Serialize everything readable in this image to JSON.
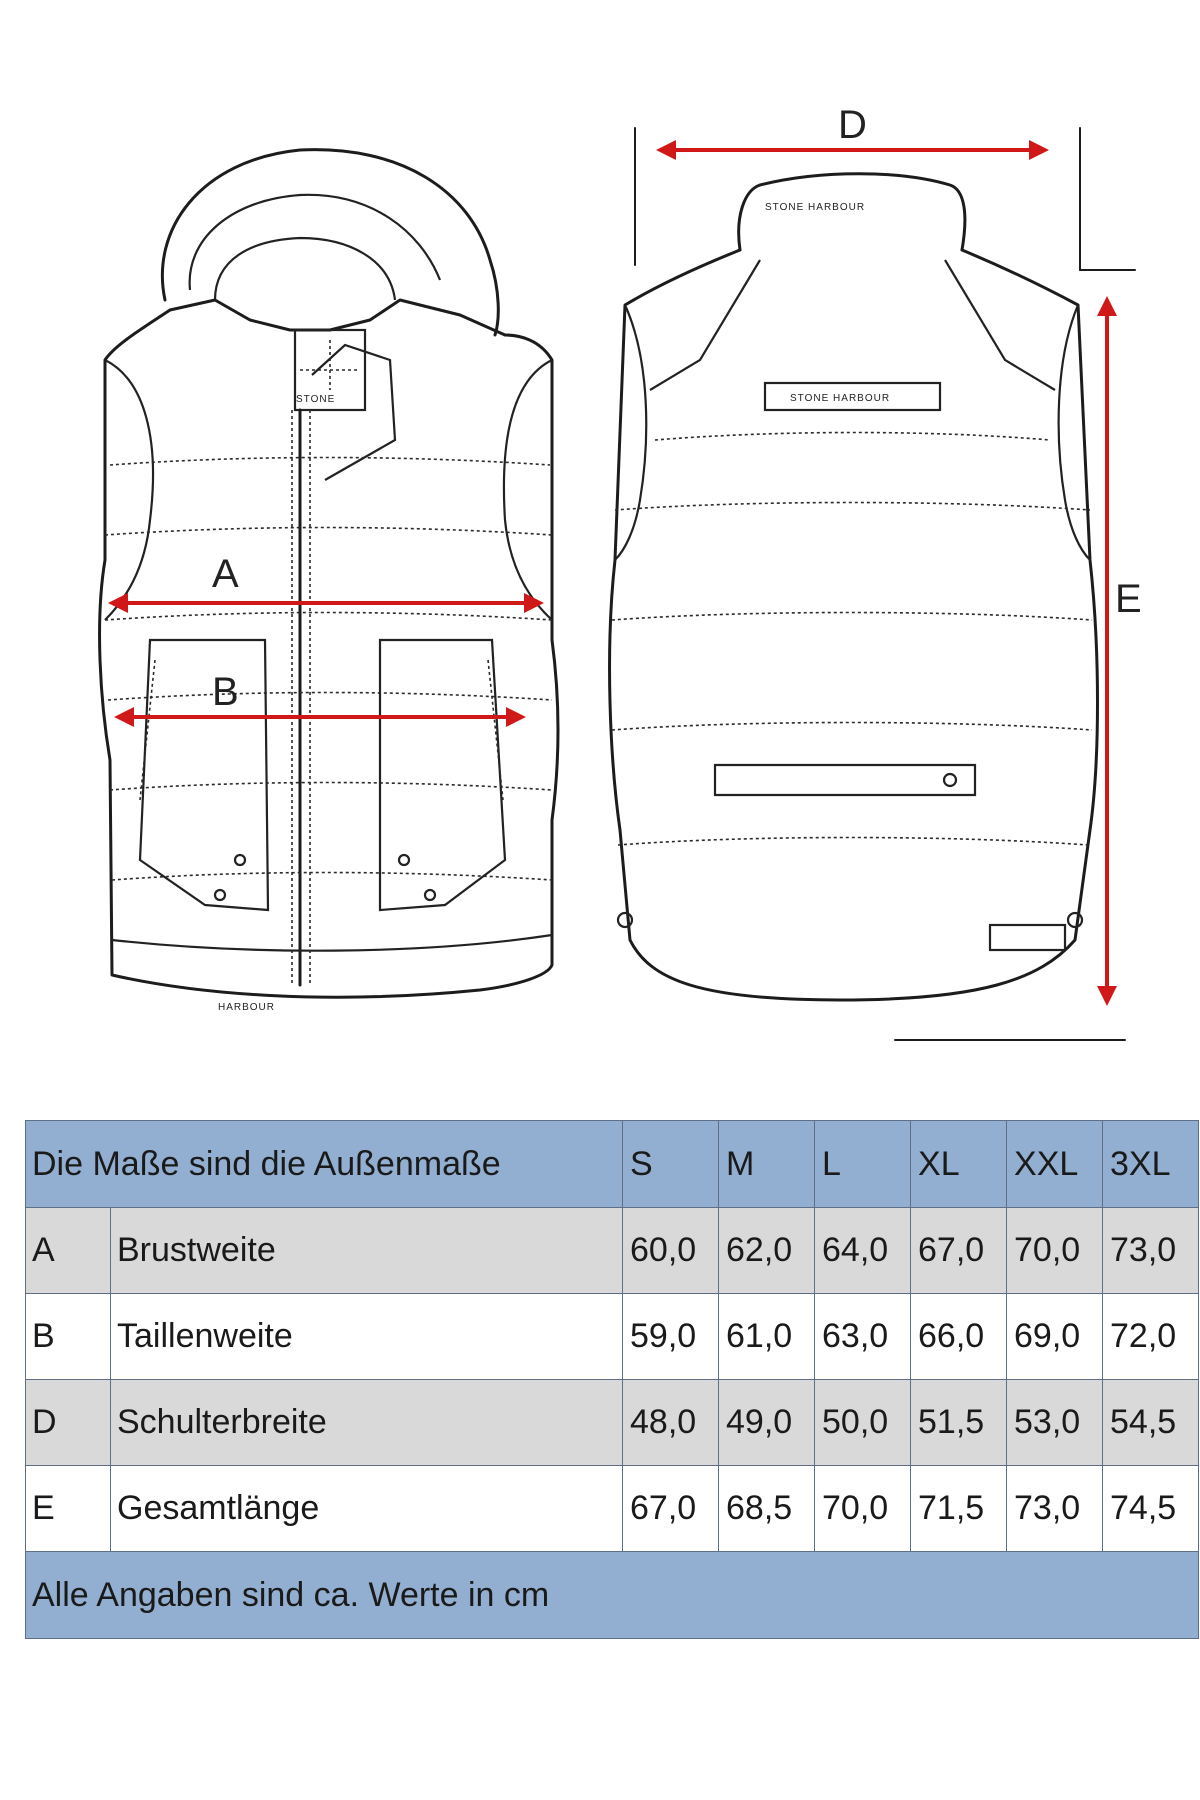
{
  "diagram": {
    "labels": {
      "a": "A",
      "b": "B",
      "d": "D",
      "e": "E"
    },
    "brand": "STONE HARBOUR",
    "collar_text": "STONE HARBOUR",
    "hem_text": "HARBOUR"
  },
  "size_table": {
    "header": "Die Maße sind die Außenmaße",
    "sizes": [
      "S",
      "M",
      "L",
      "XL",
      "XXL",
      "3XL"
    ],
    "rows": [
      {
        "code": "A",
        "name": "Brustweite",
        "values": [
          "60,0",
          "62,0",
          "64,0",
          "67,0",
          "70,0",
          "73,0"
        ]
      },
      {
        "code": "B",
        "name": "Taillenweite",
        "values": [
          "59,0",
          "61,0",
          "63,0",
          "66,0",
          "69,0",
          "72,0"
        ]
      },
      {
        "code": "D",
        "name": "Schulterbreite",
        "values": [
          "48,0",
          "49,0",
          "50,0",
          "51,5",
          "53,0",
          "54,5"
        ]
      },
      {
        "code": "E",
        "name": "Gesamtlänge",
        "values": [
          "67,0",
          "68,5",
          "70,0",
          "71,5",
          "73,0",
          "74,5"
        ]
      }
    ],
    "footer": "Alle Angaben sind ca. Werte in cm"
  },
  "colors": {
    "arrow": "#d11818",
    "header_bg": "#92aed0",
    "row_gray": "#d9d9d9"
  }
}
